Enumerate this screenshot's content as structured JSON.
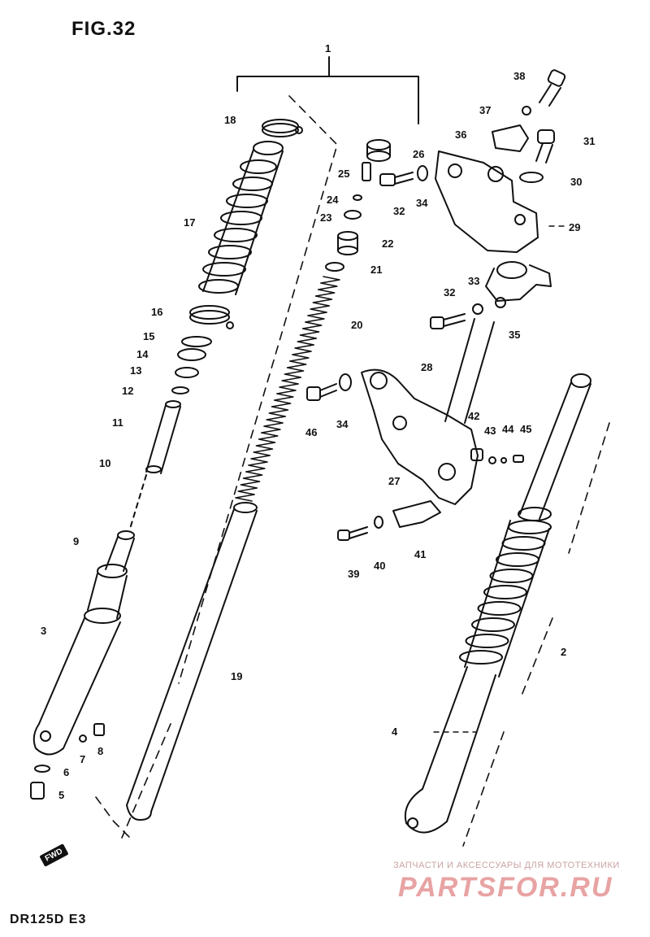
{
  "figure": {
    "title": "FIG.32",
    "model": "DR125D  E3",
    "fwd_label": "FWD"
  },
  "watermark": {
    "line1": "ЗАПЧАСТИ И АКСЕССУАРЫ ДЛЯ МОТОТЕХНИКИ",
    "logo": "PARTSFOR.RU"
  },
  "labels": [
    {
      "id": "1",
      "text": "1"
    },
    {
      "id": "2",
      "text": "2"
    },
    {
      "id": "3",
      "text": "3"
    },
    {
      "id": "4",
      "text": "4"
    },
    {
      "id": "5",
      "text": "5"
    },
    {
      "id": "6",
      "text": "6"
    },
    {
      "id": "7",
      "text": "7"
    },
    {
      "id": "8",
      "text": "8"
    },
    {
      "id": "9",
      "text": "9"
    },
    {
      "id": "10",
      "text": "10"
    },
    {
      "id": "11",
      "text": "11"
    },
    {
      "id": "12",
      "text": "12"
    },
    {
      "id": "13",
      "text": "13"
    },
    {
      "id": "14",
      "text": "14"
    },
    {
      "id": "15",
      "text": "15"
    },
    {
      "id": "16",
      "text": "16"
    },
    {
      "id": "17",
      "text": "17"
    },
    {
      "id": "18",
      "text": "18"
    },
    {
      "id": "19",
      "text": "19"
    },
    {
      "id": "20",
      "text": "20"
    },
    {
      "id": "21",
      "text": "21"
    },
    {
      "id": "22",
      "text": "22"
    },
    {
      "id": "23",
      "text": "23"
    },
    {
      "id": "24",
      "text": "24"
    },
    {
      "id": "25",
      "text": "25"
    },
    {
      "id": "26",
      "text": "26"
    },
    {
      "id": "27",
      "text": "27"
    },
    {
      "id": "28",
      "text": "28"
    },
    {
      "id": "29",
      "text": "29"
    },
    {
      "id": "30",
      "text": "30"
    },
    {
      "id": "31",
      "text": "31"
    },
    {
      "id": "32a",
      "text": "32"
    },
    {
      "id": "32b",
      "text": "32"
    },
    {
      "id": "33",
      "text": "33"
    },
    {
      "id": "34a",
      "text": "34"
    },
    {
      "id": "34b",
      "text": "34"
    },
    {
      "id": "35",
      "text": "35"
    },
    {
      "id": "36",
      "text": "36"
    },
    {
      "id": "37",
      "text": "37"
    },
    {
      "id": "38",
      "text": "38"
    },
    {
      "id": "39",
      "text": "39"
    },
    {
      "id": "40",
      "text": "40"
    },
    {
      "id": "41",
      "text": "41"
    },
    {
      "id": "42",
      "text": "42"
    },
    {
      "id": "43",
      "text": "43"
    },
    {
      "id": "44",
      "text": "44"
    },
    {
      "id": "45",
      "text": "45"
    },
    {
      "id": "46",
      "text": "46"
    }
  ]
}
